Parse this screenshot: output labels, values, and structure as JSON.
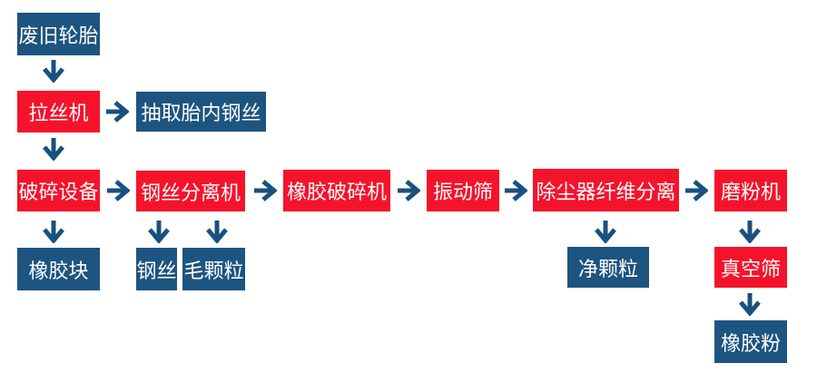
{
  "colors": {
    "node_red": "#f5132b",
    "node_blue": "#1d5480",
    "arrow_blue": "#19517e",
    "text": "#ffffff",
    "background": "#ffffff"
  },
  "flowchart": {
    "description_type": "process-flow-diagram",
    "nodes": {
      "waste_tire": {
        "label": "废旧轮胎",
        "style": "blue"
      },
      "wire_drawing_machine": {
        "label": "拉丝机",
        "style": "red"
      },
      "extract_tire_wire": {
        "label": "抽取胎内钢丝",
        "style": "blue"
      },
      "crushing_equipment": {
        "label": "破碎设备",
        "style": "red"
      },
      "rubber_block": {
        "label": "橡胶块",
        "style": "blue"
      },
      "steel_wire_separator": {
        "label": "钢丝分离机",
        "style": "red"
      },
      "steel_wire": {
        "label": "钢丝",
        "style": "blue"
      },
      "rough_granule": {
        "label": "毛颗粒",
        "style": "blue"
      },
      "rubber_crusher": {
        "label": "橡胶破碎机",
        "style": "red"
      },
      "vibrating_screen": {
        "label": "振动筛",
        "style": "red"
      },
      "dust_fiber_separator": {
        "label": "除尘器纤维分离",
        "style": "red"
      },
      "clean_granule": {
        "label": "净颗粒",
        "style": "blue"
      },
      "grinding_machine": {
        "label": "磨粉机",
        "style": "red"
      },
      "vacuum_screen": {
        "label": "真空筛",
        "style": "red"
      },
      "rubber_powder": {
        "label": "橡胶粉",
        "style": "blue"
      }
    },
    "edges": [
      {
        "from": "waste_tire",
        "to": "wire_drawing_machine",
        "direction": "down"
      },
      {
        "from": "wire_drawing_machine",
        "to": "extract_tire_wire",
        "direction": "right"
      },
      {
        "from": "wire_drawing_machine",
        "to": "crushing_equipment",
        "direction": "down"
      },
      {
        "from": "crushing_equipment",
        "to": "steel_wire_separator",
        "direction": "right"
      },
      {
        "from": "crushing_equipment",
        "to": "rubber_block",
        "direction": "down"
      },
      {
        "from": "steel_wire_separator",
        "to": "rubber_crusher",
        "direction": "right"
      },
      {
        "from": "steel_wire_separator",
        "to": "steel_wire",
        "direction": "down"
      },
      {
        "from": "steel_wire_separator",
        "to": "rough_granule",
        "direction": "down"
      },
      {
        "from": "rubber_crusher",
        "to": "vibrating_screen",
        "direction": "right"
      },
      {
        "from": "vibrating_screen",
        "to": "dust_fiber_separator",
        "direction": "right"
      },
      {
        "from": "dust_fiber_separator",
        "to": "grinding_machine",
        "direction": "right"
      },
      {
        "from": "dust_fiber_separator",
        "to": "clean_granule",
        "direction": "down"
      },
      {
        "from": "grinding_machine",
        "to": "vacuum_screen",
        "direction": "down"
      },
      {
        "from": "vacuum_screen",
        "to": "rubber_powder",
        "direction": "down"
      }
    ]
  }
}
